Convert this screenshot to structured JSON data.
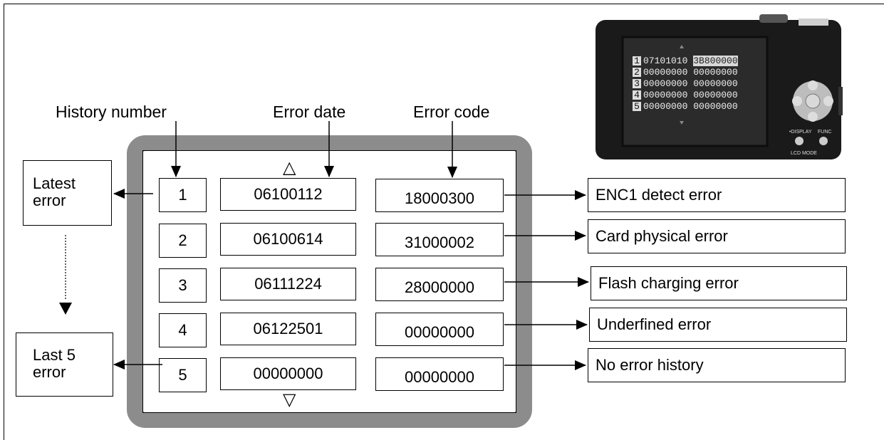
{
  "headers": {
    "history_number": "History number",
    "error_date": "Error date",
    "error_code": "Error code"
  },
  "side_labels": {
    "latest": "Latest\nerror",
    "last5": "Last 5\nerror"
  },
  "scroll": {
    "up": "△",
    "down": "▽"
  },
  "rows": [
    {
      "number": "1",
      "date": "06100112",
      "code": "18000300",
      "description": "ENC1 detect error"
    },
    {
      "number": "2",
      "date": "06100614",
      "code": "31000002",
      "description": "Card physical error"
    },
    {
      "number": "3",
      "date": "06111224",
      "code": "28000000",
      "description": "Flash charging error"
    },
    {
      "number": "4",
      "date": "06122501",
      "code": "00000000",
      "description": "Underfined error"
    },
    {
      "number": "5",
      "date": "00000000",
      "code": "00000000",
      "description": "No error history"
    }
  ],
  "camera_screen": {
    "rows": [
      {
        "number": "1",
        "date": "07101010",
        "code": "3B800000"
      },
      {
        "number": "2",
        "date": "00000000",
        "code": "00000000"
      },
      {
        "number": "3",
        "date": "00000000",
        "code": "00000000"
      },
      {
        "number": "4",
        "date": "00000000",
        "code": "00000000"
      },
      {
        "number": "5",
        "date": "00000000",
        "code": "00000000"
      }
    ],
    "buttons": {
      "display": "•DISPLAY",
      "func": "FUNC",
      "lcd_mode": "LCD MODE"
    }
  },
  "colors": {
    "frame": "#8c8c8c",
    "camera_body": "#1a1a1a",
    "camera_screen": "#2b2b2b"
  }
}
